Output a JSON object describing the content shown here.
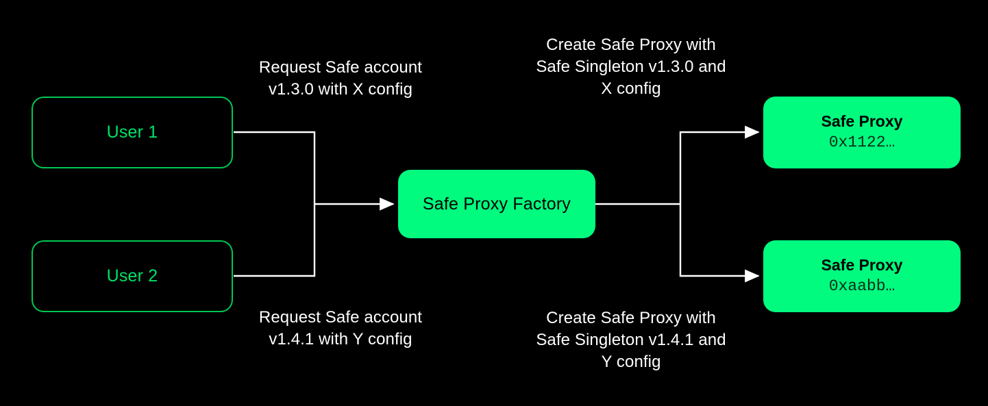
{
  "diagram": {
    "background_color": "#000000",
    "accent_green": "#00FB7F",
    "outline_green": "#00C853",
    "label_color": "#FFFFFF"
  },
  "nodes": {
    "user1": {
      "label": "User 1"
    },
    "user2": {
      "label": "User 2"
    },
    "factory": {
      "label": "Safe Proxy Factory"
    },
    "proxy1": {
      "title": "Safe Proxy",
      "address": "0x1122…"
    },
    "proxy2": {
      "title": "Safe Proxy",
      "address": "0xaabb…"
    }
  },
  "edge_labels": {
    "request_top": "Request Safe account\nv1.3.0 with X config",
    "request_bottom": "Request Safe account\nv1.4.1 with Y config",
    "create_top": "Create Safe Proxy with\nSafe Singleton v1.3.0 and\nX config",
    "create_bottom": "Create Safe Proxy with\nSafe Singleton v1.4.1 and\nY config"
  }
}
